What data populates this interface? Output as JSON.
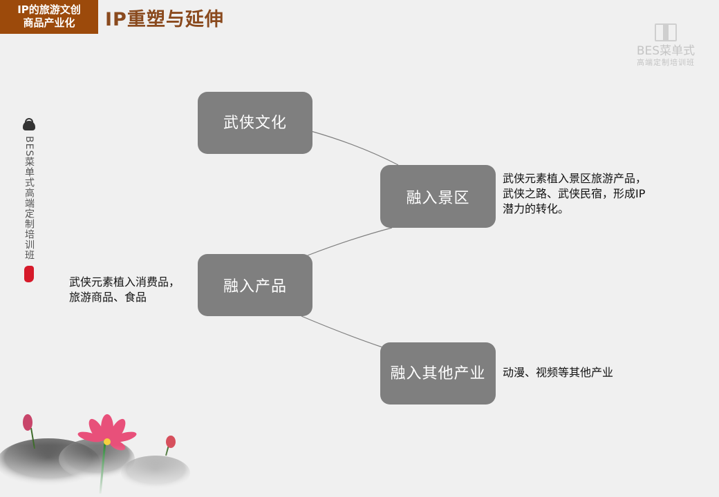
{
  "header": {
    "badge_line1": "IP的旅游文创",
    "badge_line2": "商品产业化",
    "title": "IP重塑与延伸"
  },
  "logo": {
    "brand": "BES菜单式",
    "sub": "高端定制培训班"
  },
  "side_banner": {
    "text": "BES菜单式高端定制培训班"
  },
  "colors": {
    "badge": "#9c4a0b",
    "title": "#8a4a1e",
    "node": "#7f7f7f",
    "background": "#f0f0f0"
  },
  "diagram": {
    "nodes": [
      {
        "id": "wuxia",
        "label": "武侠文化"
      },
      {
        "id": "scenic",
        "label": "融入景区"
      },
      {
        "id": "product",
        "label": "融入产品"
      },
      {
        "id": "other",
        "label": "融入其他产业"
      }
    ],
    "edges": [
      {
        "from": "wuxia",
        "to": "scenic"
      },
      {
        "from": "scenic",
        "to": "product"
      },
      {
        "from": "product",
        "to": "other"
      }
    ],
    "descriptions": {
      "scenic": [
        "武侠元素植入景区旅游产品，",
        "武侠之路、武侠民宿，形成IP",
        "潜力的转化。"
      ],
      "product": [
        "武侠元素植入消费品，",
        "旅游商品、食品"
      ],
      "other": [
        "动漫、视频等其他产业"
      ]
    }
  }
}
